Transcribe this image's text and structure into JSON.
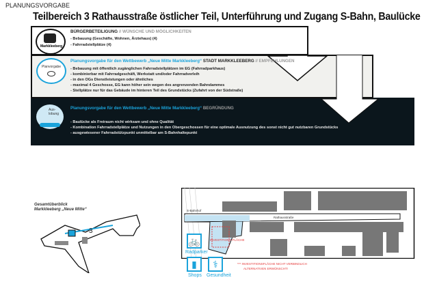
{
  "header": "PLANUNGSVORGABE",
  "title": "Teilbereich 3 Rathausstraße östlicher Teil, Unterführung und Zugang S-Bahn, Baulücke",
  "box1": {
    "badge": "Markkleeberg",
    "heading": "BÜRGERBETEILIGUNG",
    "sub": "// WÜNSCHE UND MÖGLICHKEITEN",
    "items": [
      "- Bebauung (Geschäfte, Wohnen, Ärztehaus) (4)",
      "- Fahrradstellplätze (4)"
    ]
  },
  "box2": {
    "badge": "Planvorgabe",
    "heading": "Planungsvorgabe für den Wettbewerb „Neue Mitte Markkleeberg“",
    "heading2": "STADT MARKKLEEBERG",
    "sub": "// EMPFEHLUNGEN",
    "items": [
      "- Bebauung mit öffentlich zugänglichen Fahrradstellplätzen im EG (Fahrradparkhaus)",
      "- kombinierbar mit Fahrradgeschäft, Werkstatt und/oder Fahrradverleih",
      "- in den OGs Dienstleistungen oder ähnliches",
      "- maximal 4 Geschosse, EG kann höher sein wegen des angrenzenden Bahndammes",
      "- Stellplätze nur für das Gebäude im hinteren Teil des Grundstücks (Zufahrt von der Südstraße)"
    ]
  },
  "box3": {
    "badge": "Aus-lobung",
    "heading": "Planungsvorgabe für den Wettbewerb „Neue Mitte Markkleeberg“",
    "sub": "BEGRÜNDUNG",
    "items": [
      "- Baulücke als Freiraum nicht wirksam und ohne Qualität",
      "- Kombination Fahrradstellplätze und Nutzungen in den Obergeschossen für eine optimale Ausnutzung des sonst nicht gut nutzbaren Grundstücks",
      "- ausgewiesener Fahrradstützpunkt unmittelbar am S-Bahnhaltepunkt"
    ]
  },
  "overview": {
    "caption1": "Gesamtüberblick",
    "caption2": "Markkleeberg „Neue Mitte“",
    "area_number": "3"
  },
  "map": {
    "street1": "S-Bahnhof",
    "street2": "Rathausstraße",
    "area_label": "INVESTITIONS-FLÄCHE",
    "note1": "*** INVESTITIONSFLÄCHE NICHT VERBINDLICH",
    "note2": "ALTERNATIVEN ERWÜNSCHT!"
  },
  "icons": [
    {
      "name": "bicycle-icon",
      "label": "Radparker"
    },
    {
      "name": "shopping-bag-icon",
      "label": "Shops"
    },
    {
      "name": "caduceus-icon",
      "label": "Gesundheit"
    }
  ],
  "colors": {
    "accent": "#1aa3db",
    "dark": "#0b161c",
    "highlight": "#c4e3f3",
    "red": "#e53b3b"
  }
}
